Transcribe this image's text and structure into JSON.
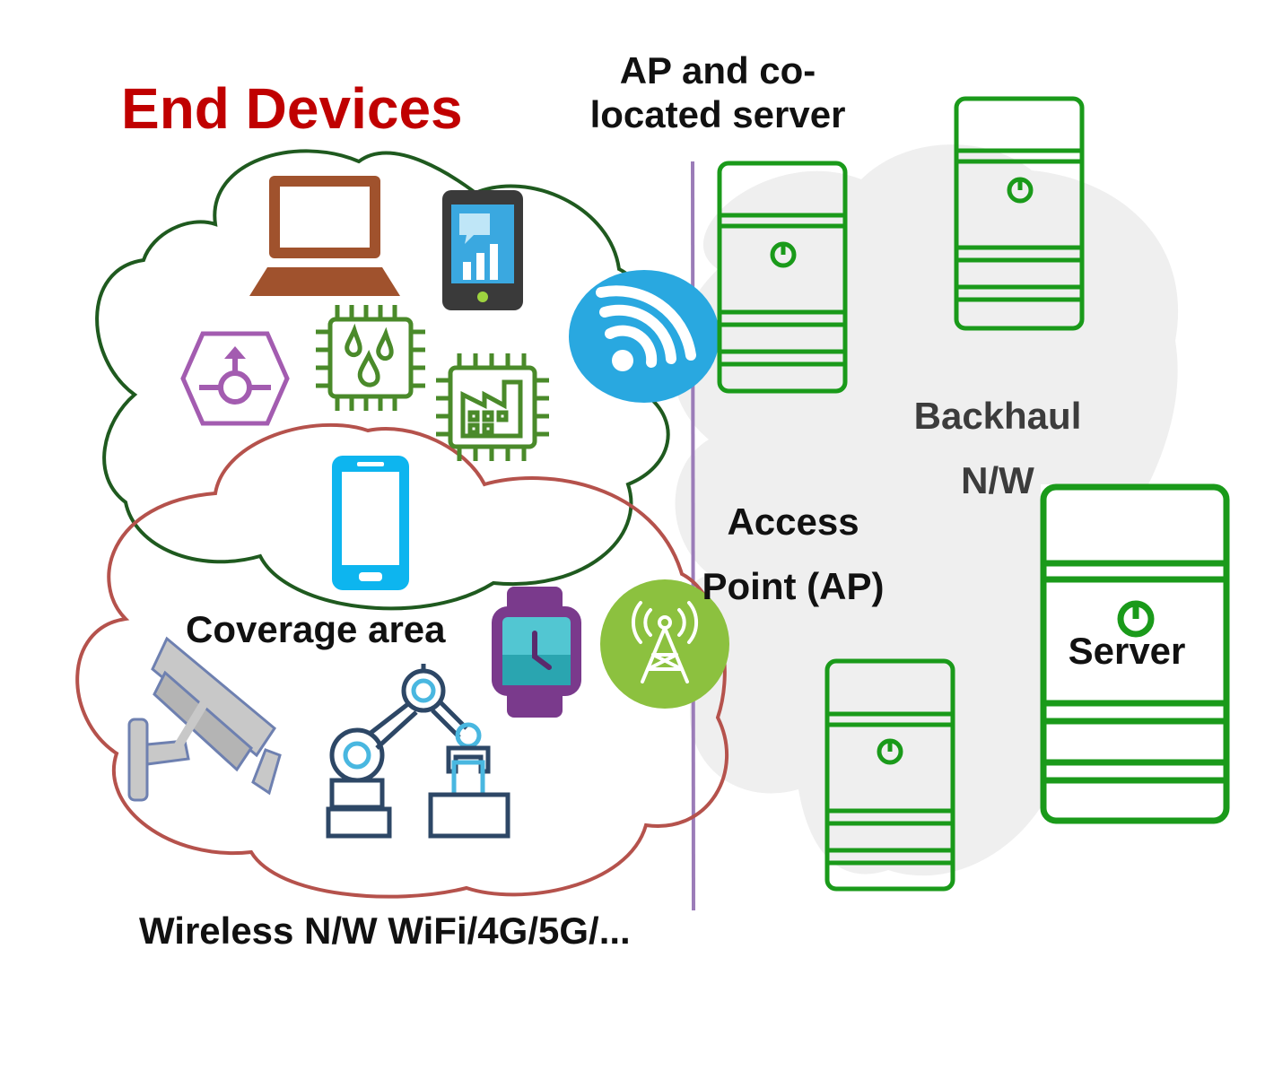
{
  "labels": {
    "title": "End Devices",
    "ap_colocated_line1": "AP and co-",
    "ap_colocated_line2": "located server",
    "backhaul_line1": "Backhaul",
    "backhaul_line2": "N/W",
    "access_line1": "Access",
    "access_line2": "Point (AP)",
    "server": "Server",
    "coverage": "Coverage area",
    "wireless": "Wireless N/W WiFi/4G/5G/..."
  },
  "colors": {
    "title": "#c00000",
    "server_green": "#1a9a1a",
    "backhaul_cloud": "#efefef",
    "device_cloud": "#1f5a1f",
    "coverage_cloud": "#b5524c",
    "divider": "#9b7cb8",
    "wifi_badge": "#29a8e0",
    "tower_badge": "#8cc13f",
    "text_dark": "#111111",
    "text_gray": "#3c3c3c"
  },
  "icons": [
    "laptop-icon",
    "smartphone-chat-icon",
    "wifi-icon",
    "hexagon-sensor-icon",
    "chip-water-icon",
    "chip-factory-icon",
    "mobile-phone-icon",
    "smartwatch-icon",
    "cell-tower-icon",
    "security-camera-icon",
    "robotic-arm-icon",
    "server-icon"
  ]
}
